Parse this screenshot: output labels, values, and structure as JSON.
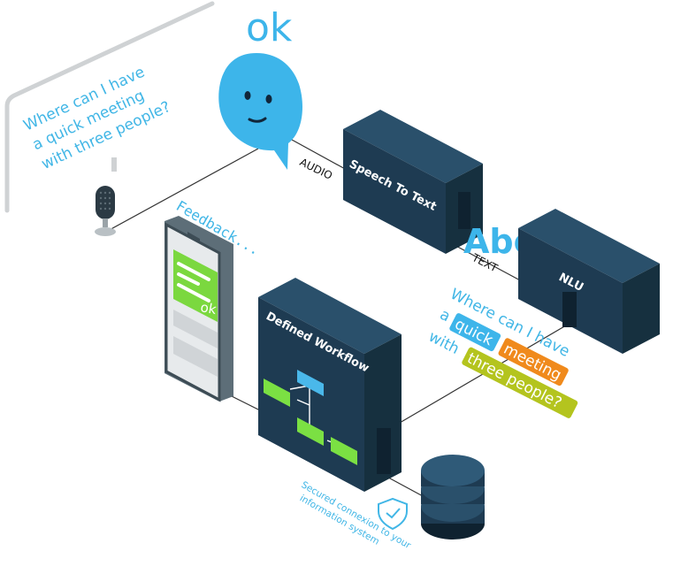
{
  "speech": {
    "line1": "Where can I have",
    "line2": "a quick meeting",
    "line3": "with three people?"
  },
  "bubble": {
    "ok": "ok"
  },
  "labels": {
    "audio": "AUDIO",
    "text": "TEXT",
    "abc": "Abc",
    "feedback": "Feedback...",
    "phone_ok": "ok",
    "secured_line1": "Secured connexion to your",
    "secured_line2": "information system"
  },
  "boxes": {
    "stt": "Speech To Text",
    "nlu": "NLU",
    "workflow": "Defined Workflow"
  },
  "parsed": {
    "line1": "Where can I have",
    "a": "a",
    "quick": "quick",
    "meeting": "meeting",
    "with": "with",
    "three_people": "three people?"
  },
  "colors": {
    "text_blue": "#41b6e6",
    "bubble_blue": "#3db5ea",
    "box_dark": "#1e3b52",
    "box_side": "#16303f",
    "box_top": "#2a506b",
    "quick_tag": "#3db5ea",
    "meeting_tag": "#f08a1c",
    "people_tag": "#b4c41e",
    "phone_green": "#7bd83f",
    "workflow_green": "#7be043",
    "workflow_blue": "#4ab8ea"
  },
  "icons": [
    "microphone-icon",
    "speech-bubble-icon",
    "smartphone-icon",
    "database-icon",
    "shield-check-icon"
  ]
}
